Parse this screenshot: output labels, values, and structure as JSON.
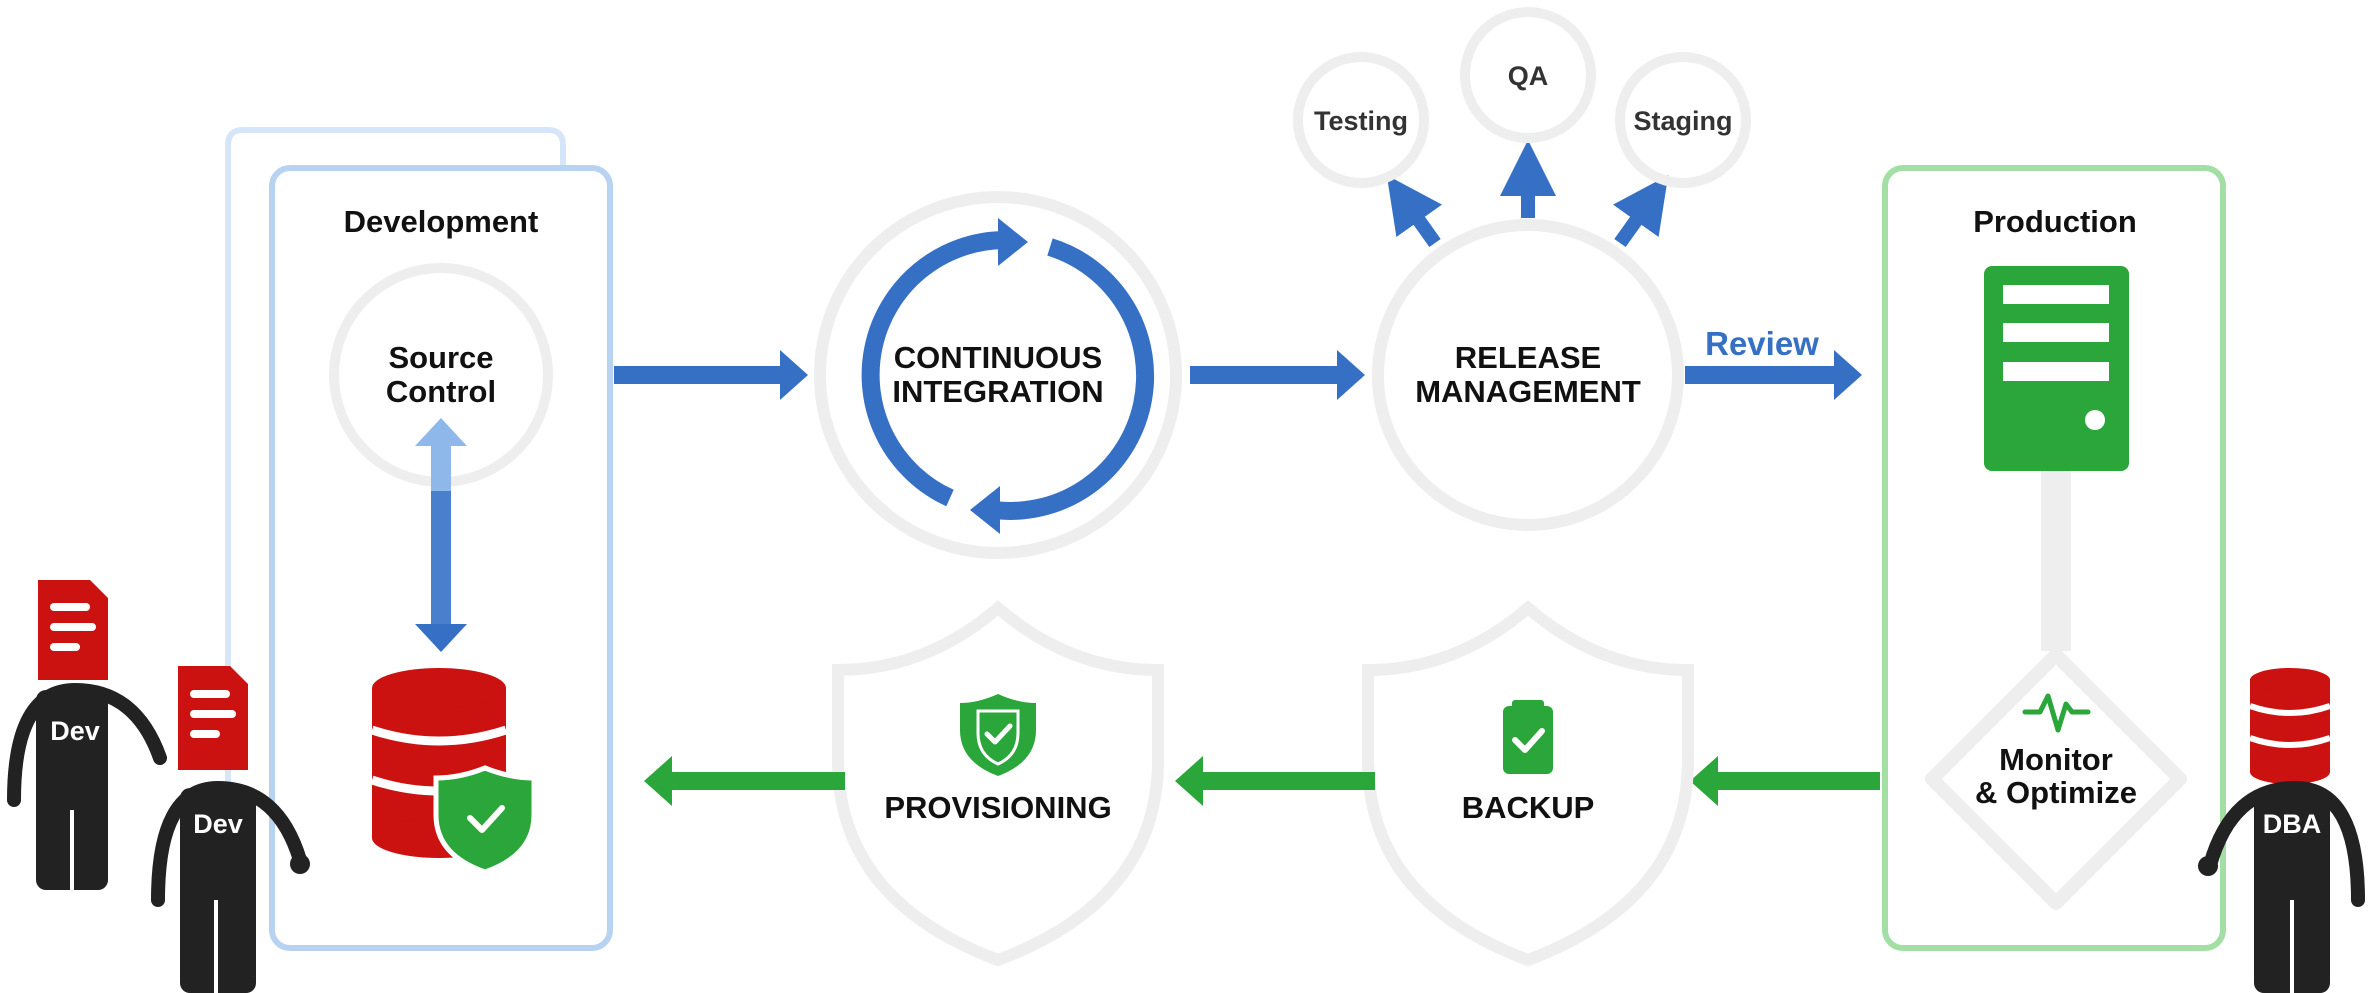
{
  "colors": {
    "blue": "#3570c4",
    "light_blue": "#8fb8ea",
    "green": "#2aa63a",
    "light_green": "#9fdb9f",
    "red": "#cc1111",
    "grey": "#eeeeee",
    "dark": "#222222"
  },
  "development": {
    "title": "Development",
    "source_control_line1": "Source",
    "source_control_line2": "Control"
  },
  "ci": {
    "line1": "CONTINUOUS",
    "line2": "INTEGRATION"
  },
  "release": {
    "line1": "RELEASE",
    "line2": "MANAGEMENT"
  },
  "environments": [
    "Testing",
    "QA",
    "Staging"
  ],
  "review_label": "Review",
  "production": {
    "title": "Production",
    "monitor_line1": "Monitor",
    "monitor_line2": "& Optimize"
  },
  "provisioning": "PROVISIONING",
  "backup": "BACKUP",
  "people": {
    "dev1": "Dev",
    "dev2": "Dev",
    "dba": "DBA"
  },
  "icons": [
    "refresh-cycle-icon",
    "server-icon",
    "database-icon",
    "shield-check-icon",
    "heartbeat-icon",
    "document-icon",
    "backup-check-icon"
  ]
}
